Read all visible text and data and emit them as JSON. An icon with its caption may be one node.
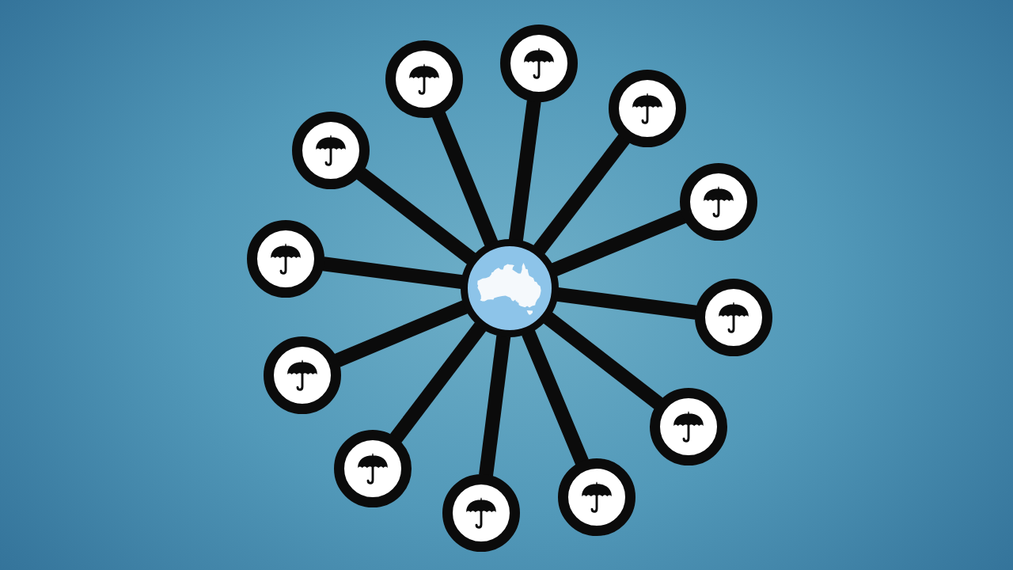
{
  "diagram": {
    "nodes": [
      {
        "text": [],
        "shape": "circle"
      },
      {
        "text": [],
        "shape": "circle"
      },
      {
        "text": [],
        "shape": "circle"
      },
      {
        "text": [],
        "shape": "circle"
      },
      {
        "text": [],
        "shape": "circle"
      },
      {
        "text": [],
        "shape": "circle"
      },
      {
        "text": [],
        "shape": "circle"
      },
      {
        "text": [],
        "shape": "circle"
      },
      {
        "text": [],
        "shape": "circle"
      },
      {
        "text": [],
        "shape": "circle"
      },
      {
        "text": [],
        "shape": "circle"
      },
      {
        "text": [],
        "shape": "circle"
      },
      {
        "text": [],
        "shape": "circle"
      }
    ],
    "edges": [
      {
        "from": 0,
        "to": 1,
        "arrow": "none"
      },
      {
        "from": 0,
        "to": 2,
        "arrow": "none"
      },
      {
        "from": 0,
        "to": 3,
        "arrow": "none"
      },
      {
        "from": 0,
        "to": 4,
        "arrow": "none"
      },
      {
        "from": 0,
        "to": 5,
        "arrow": "none"
      },
      {
        "from": 0,
        "to": 6,
        "arrow": "none"
      },
      {
        "from": 0,
        "to": 7,
        "arrow": "none"
      },
      {
        "from": 0,
        "to": 8,
        "arrow": "none"
      },
      {
        "from": 0,
        "to": 9,
        "arrow": "none"
      },
      {
        "from": 0,
        "to": 10,
        "arrow": "none"
      },
      {
        "from": 0,
        "to": 11,
        "arrow": "none"
      },
      {
        "from": 0,
        "to": 12,
        "arrow": "none"
      }
    ]
  }
}
